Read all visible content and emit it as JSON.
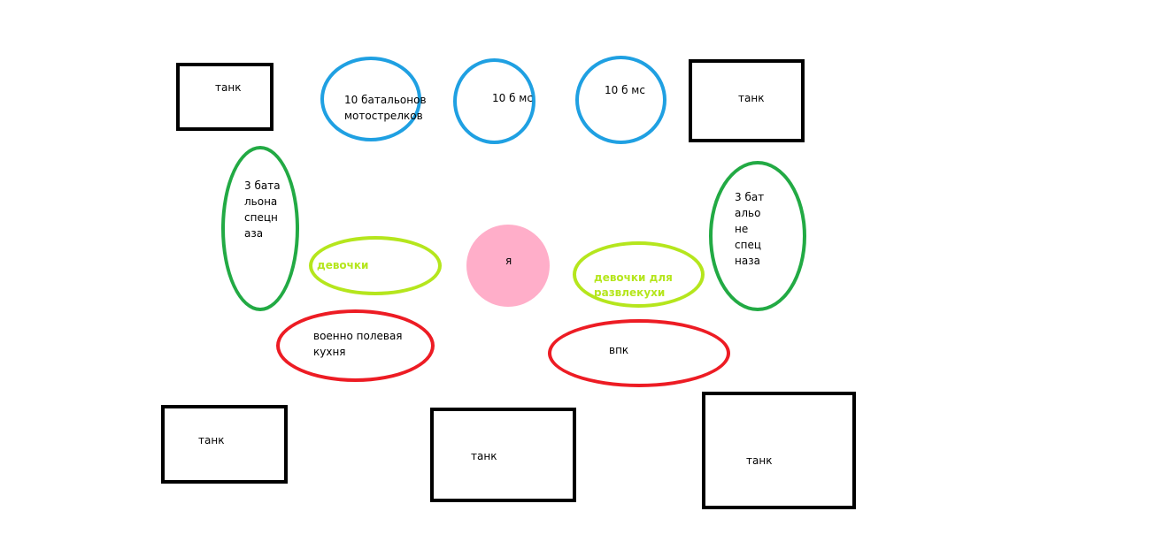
{
  "labels": {
    "tank": "танк",
    "motor_rifle": "10 батальонов\nмотострелков",
    "bms": "10 б мс",
    "spetsnaz_left": "3 бата\nльона\nспецн\nаза",
    "spetsnaz_right": "3 бат\nальо\nне\nспец\nназа",
    "girls": "девочки",
    "girls_fun": "девочки для\nразвлекухи",
    "me": "я",
    "field_kitchen": "военно полевая\nкухня",
    "vpk": "впк"
  },
  "colors": {
    "tank_border": "#000000",
    "infantry": "#1fa0e2",
    "spetsnaz": "#22aa44",
    "girls": "#b5e61d",
    "support": "#ed1c24",
    "me": "#ffaec9"
  }
}
